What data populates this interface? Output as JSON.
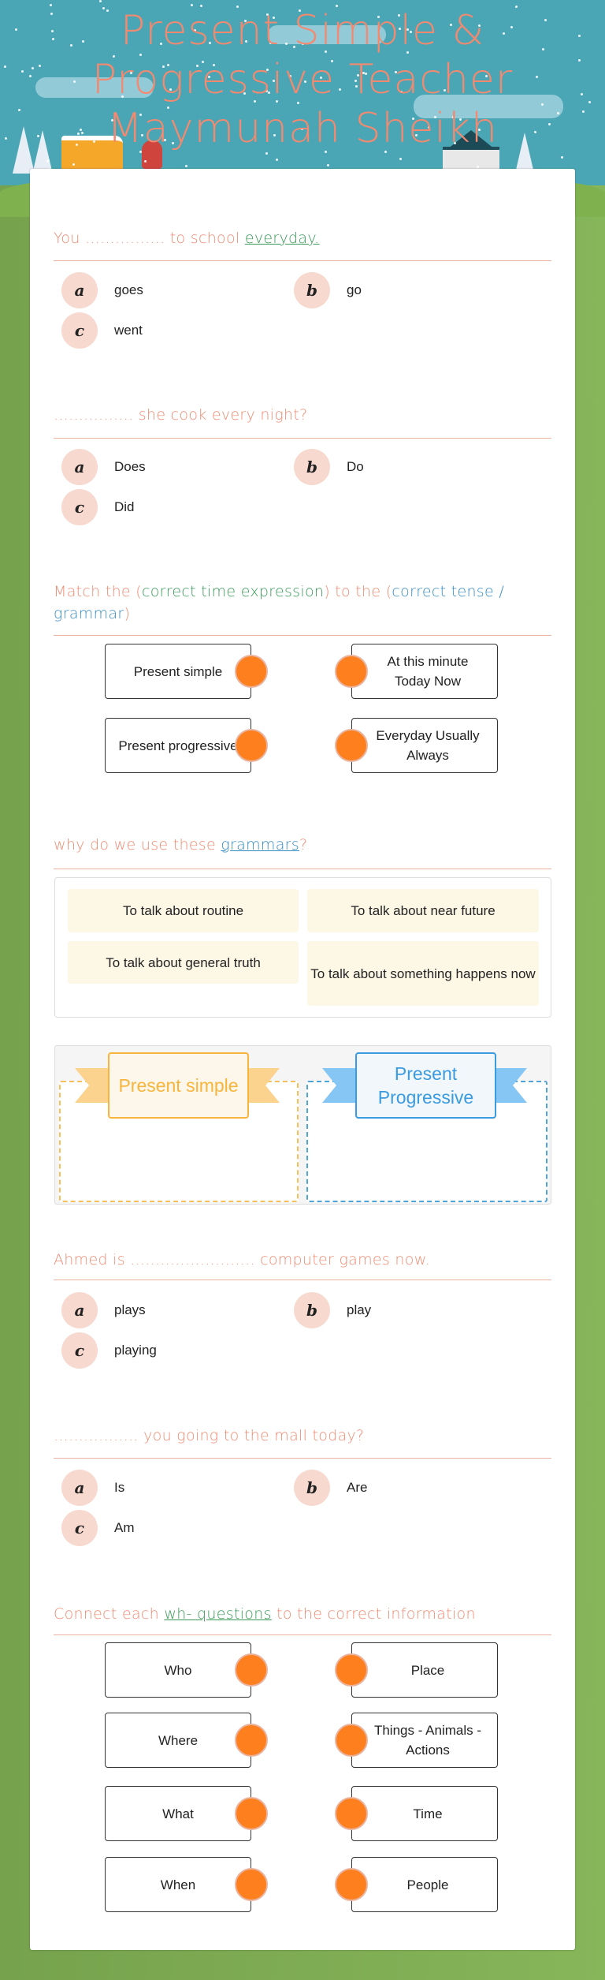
{
  "header": {
    "title_lines": [
      "Present Simple &",
      "Progressive Teacher",
      "Maymunah Sheikh"
    ]
  },
  "colors": {
    "accent": "#f08b73",
    "green": "#3b9a5a",
    "blue": "#3a8dc4",
    "dot": "#fd7f1e",
    "option_circle": "#f7d9cf",
    "sky": "#4aa6b4",
    "grass": "#7fb24f"
  },
  "questions": [
    {
      "title": [
        {
          "t": "You ................ to school "
        },
        {
          "t": "everyday.",
          "c": "green",
          "u": true
        }
      ],
      "options": [
        {
          "letter": "a",
          "label": "goes"
        },
        {
          "letter": "b",
          "label": "go"
        },
        {
          "letter": "c",
          "label": "went"
        }
      ]
    },
    {
      "title": [
        {
          "t": "................ she cook every night?"
        }
      ],
      "options": [
        {
          "letter": "a",
          "label": "Does"
        },
        {
          "letter": "b",
          "label": "Do"
        },
        {
          "letter": "c",
          "label": "Did"
        }
      ]
    }
  ],
  "match": {
    "title": [
      {
        "t": "Match the ("
      },
      {
        "t": "correct time expression",
        "c": "green"
      },
      {
        "t": ") to the ("
      },
      {
        "t": "correct tense / grammar",
        "c": "blue"
      },
      {
        "t": ")"
      }
    ],
    "left": [
      "Present simple",
      "Present progressive"
    ],
    "right": [
      "At this minute Today Now",
      "Everyday Usually Always"
    ]
  },
  "why": {
    "title": [
      {
        "t": "why do we use these "
      },
      {
        "t": "grammars",
        "c": "blue",
        "u": true
      },
      {
        "t": "?"
      }
    ],
    "cards": [
      "To talk about routine",
      "To talk about near future",
      "To talk about general truth",
      "To talk about something happens now"
    ],
    "categories": [
      {
        "label": "Present simple",
        "color": "#f7b53b",
        "ribbon": "#fbd38f"
      },
      {
        "label": "Present Progressive",
        "color": "#3a9be0",
        "ribbon": "#86c6f4"
      }
    ]
  },
  "questions2": [
    {
      "title": [
        {
          "t": "Ahmed is ......................... computer games now."
        }
      ],
      "options": [
        {
          "letter": "a",
          "label": "plays"
        },
        {
          "letter": "b",
          "label": "play"
        },
        {
          "letter": "c",
          "label": "playing"
        }
      ]
    },
    {
      "title": [
        {
          "t": "................. you going to the mall today?"
        }
      ],
      "options": [
        {
          "letter": "a",
          "label": "Is"
        },
        {
          "letter": "b",
          "label": "Are"
        },
        {
          "letter": "c",
          "label": "Am"
        }
      ]
    }
  ],
  "connect": {
    "title": [
      {
        "t": "Connect each "
      },
      {
        "t": "wh- questions",
        "c": "green",
        "u": true
      },
      {
        "t": " to the correct information"
      }
    ],
    "left": [
      "Who",
      "Where",
      "What",
      "When"
    ],
    "right": [
      "Place",
      "Things - Animals - Actions",
      "Time",
      "People"
    ]
  }
}
